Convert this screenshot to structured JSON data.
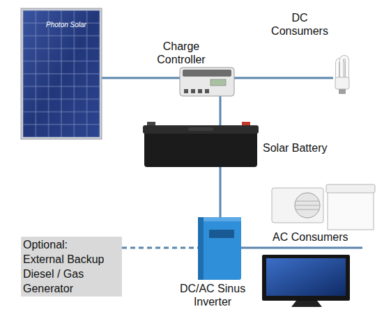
{
  "diagram": {
    "nodes": [
      {
        "text": [
          "Photon Solar"
        ]
      },
      {
        "text": [
          "Charge Controller"
        ]
      },
      {
        "text": [
          "DC Consumers"
        ]
      },
      {
        "text": [
          "Solar Battery"
        ]
      },
      {
        "text": [
          "AC Consumers"
        ]
      },
      {
        "text": [
          "Optional: External Backup Diesel / Gas Generator"
        ]
      },
      {
        "text": [
          "DC/AC Sinus Inverter"
        ]
      }
    ],
    "edges": [
      {
        "from": 0,
        "to": 1,
        "arrow": "none"
      },
      {
        "from": 1,
        "to": 2,
        "arrow": "none"
      },
      {
        "from": 1,
        "to": 3,
        "arrow": "none"
      },
      {
        "from": 3,
        "to": 6,
        "arrow": "none"
      },
      {
        "from": 6,
        "to": 4,
        "arrow": "none"
      },
      {
        "from": 5,
        "to": 6,
        "arrow": "none"
      }
    ]
  }
}
